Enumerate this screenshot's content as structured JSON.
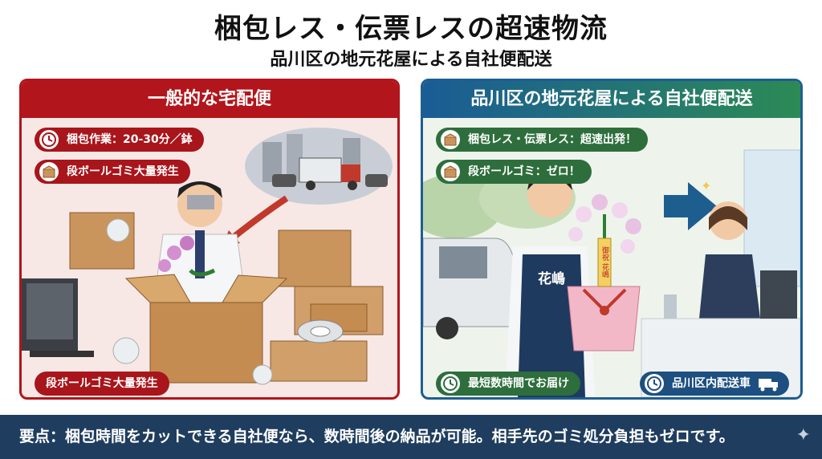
{
  "title": "梱包レス・伝票レスの超速物流",
  "subtitle": "品川区の地元花屋による自社便配送",
  "left_panel": {
    "header": "一般的な宅配便",
    "badges": [
      "梱包作業：20-30分／鉢",
      "段ボールゴミ大量発生"
    ],
    "bottom_badge": "段ボールゴミ大量発生"
  },
  "right_panel": {
    "header": "品川区の地元花屋による自社便配送",
    "badges": [
      "梱包レス・伝票レス：超速出発！",
      "段ボールゴミ：ゼロ！"
    ],
    "apron_text": "花嶋",
    "tag_text": "御祝 花嶋",
    "bottom_badges": [
      "最短数時間でお届け",
      "品川区内配送車"
    ]
  },
  "footer": "要点：梱包時間をカットできる自社便なら、数時間後の納品が可能。相手先のゴミ処分負担もゼロです。",
  "colors": {
    "left_accent": "#b2151b",
    "right_accent": "#1e5e8f",
    "footer_bg": "#1f3d5e"
  },
  "icons": [
    "clock-icon",
    "box-icon",
    "delivery-truck-icon",
    "sparkle-icon"
  ]
}
